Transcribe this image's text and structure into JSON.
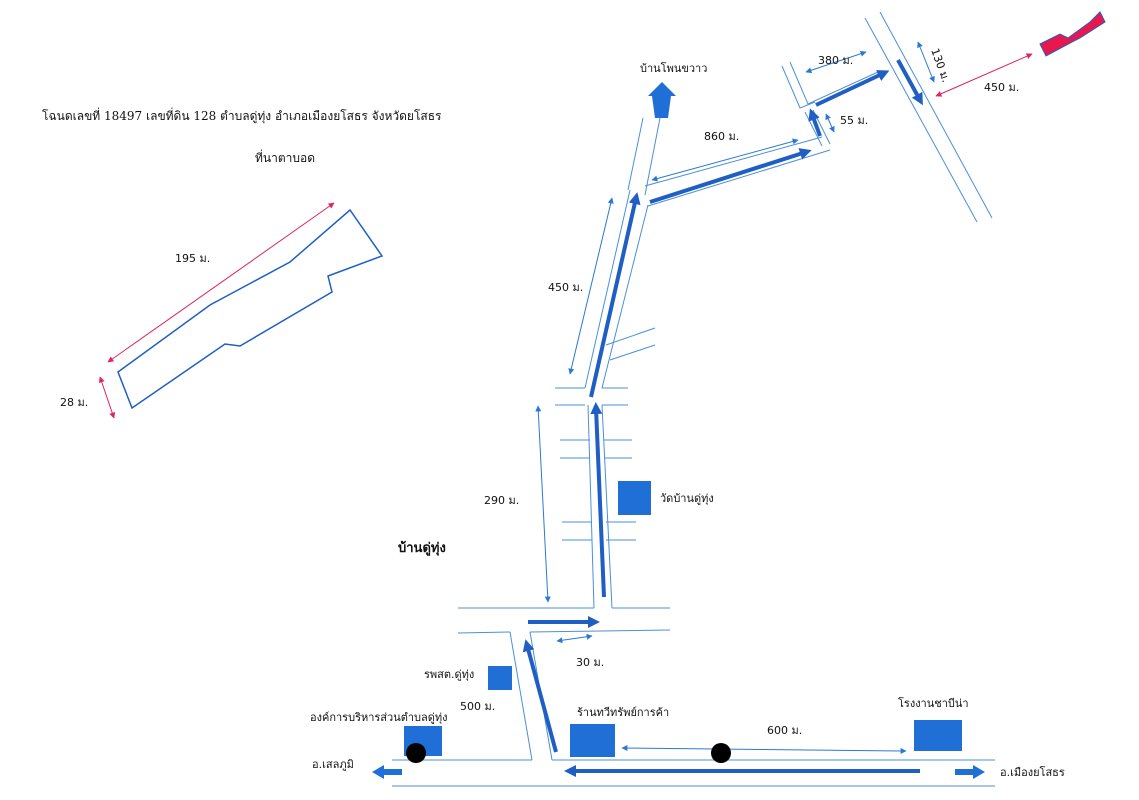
{
  "deed": {
    "title": "โฉนดเลขที่ 18497 เลขที่ดิน 128  ตำบลดู่ทุ่ง อำเภอเมืองยโสธร จังหวัดยโสธร",
    "subtitle": "ที่นาตาบอด"
  },
  "parcel": {
    "length_label": "195 ม.",
    "width_label": "28 ม."
  },
  "places": {
    "ban_phon_khwao": "บ้านโพนขวาว",
    "wat": "วัดบ้านดู่ทุ่ง",
    "village": "บ้านดู่ทุ่ง",
    "health_center": "รพสต.ดู่ทุ่ง",
    "sao_office": "องค์การบริหารส่วนตำบลดู่ทุ่ง",
    "shop": "ร้านทวีทรัพย์การค้า",
    "factory": "โรงงานชาบีน่า",
    "to_selaphum": "อ.เสลภูมิ",
    "to_mueang": "อ.เมืองยโสธร"
  },
  "distances": {
    "d380": "380 ม.",
    "d130": "130 ม.",
    "d450_right": "450 ม.",
    "d55": "55 ม.",
    "d860": "860 ม.",
    "d450_left": "450 ม.",
    "d290": "290 ม.",
    "d30": "30 ม.",
    "d500": "500 ม.",
    "d600": "600 ม."
  },
  "colors": {
    "road": "#4a90d9",
    "route": "#1f5fc4",
    "building": "#1f6fd6",
    "parcel_marker": "#e8184f",
    "dimension_red": "#e0245e"
  }
}
